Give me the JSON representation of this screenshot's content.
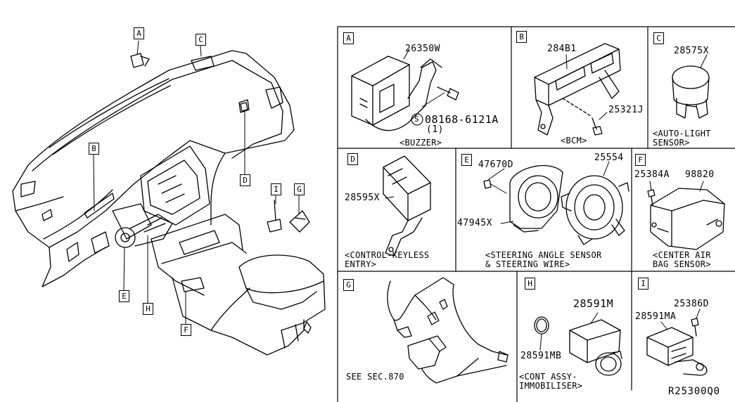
{
  "overview": {
    "callouts": [
      "A",
      "C",
      "B",
      "D",
      "I",
      "G",
      "E",
      "H",
      "F"
    ]
  },
  "panels": {
    "A": {
      "letter": "A",
      "parts": [
        "26350W",
        "08168-6121A",
        "(1)"
      ],
      "caption": "<BUZZER>",
      "bolt_symbol": "S"
    },
    "B": {
      "letter": "B",
      "parts": [
        "284B1",
        "25321J"
      ],
      "caption": "<BCM>"
    },
    "C": {
      "letter": "C",
      "parts": [
        "28575X"
      ],
      "caption_lines": [
        "<AUTO-LIGHT",
        "SENSOR>"
      ]
    },
    "D": {
      "letter": "D",
      "parts": [
        "28595X"
      ],
      "caption_lines": [
        "<CONTROL-KEYLESS",
        "ENTRY>"
      ]
    },
    "E": {
      "letter": "E",
      "parts": [
        "47670D",
        "25554",
        "47945X"
      ],
      "caption_lines": [
        "<STEERING ANGLE SENSOR",
        "& STEERING WIRE>"
      ]
    },
    "F": {
      "letter": "F",
      "parts": [
        "25384A",
        "98820"
      ],
      "caption_lines": [
        "<CENTER AIR",
        "BAG SENSOR>"
      ]
    },
    "G": {
      "letter": "G",
      "note": "SEE SEC.870"
    },
    "H": {
      "letter": "H",
      "parts": [
        "28591M",
        "28591MB"
      ],
      "caption_lines": [
        "<CONT ASSY-",
        "IMMOBILISER>"
      ]
    },
    "I": {
      "letter": "I",
      "parts": [
        "25386D",
        "28591MA"
      ]
    }
  },
  "reference_code": "R25300Q0",
  "colors": {
    "line": "#000000",
    "background": "#ffffff"
  }
}
